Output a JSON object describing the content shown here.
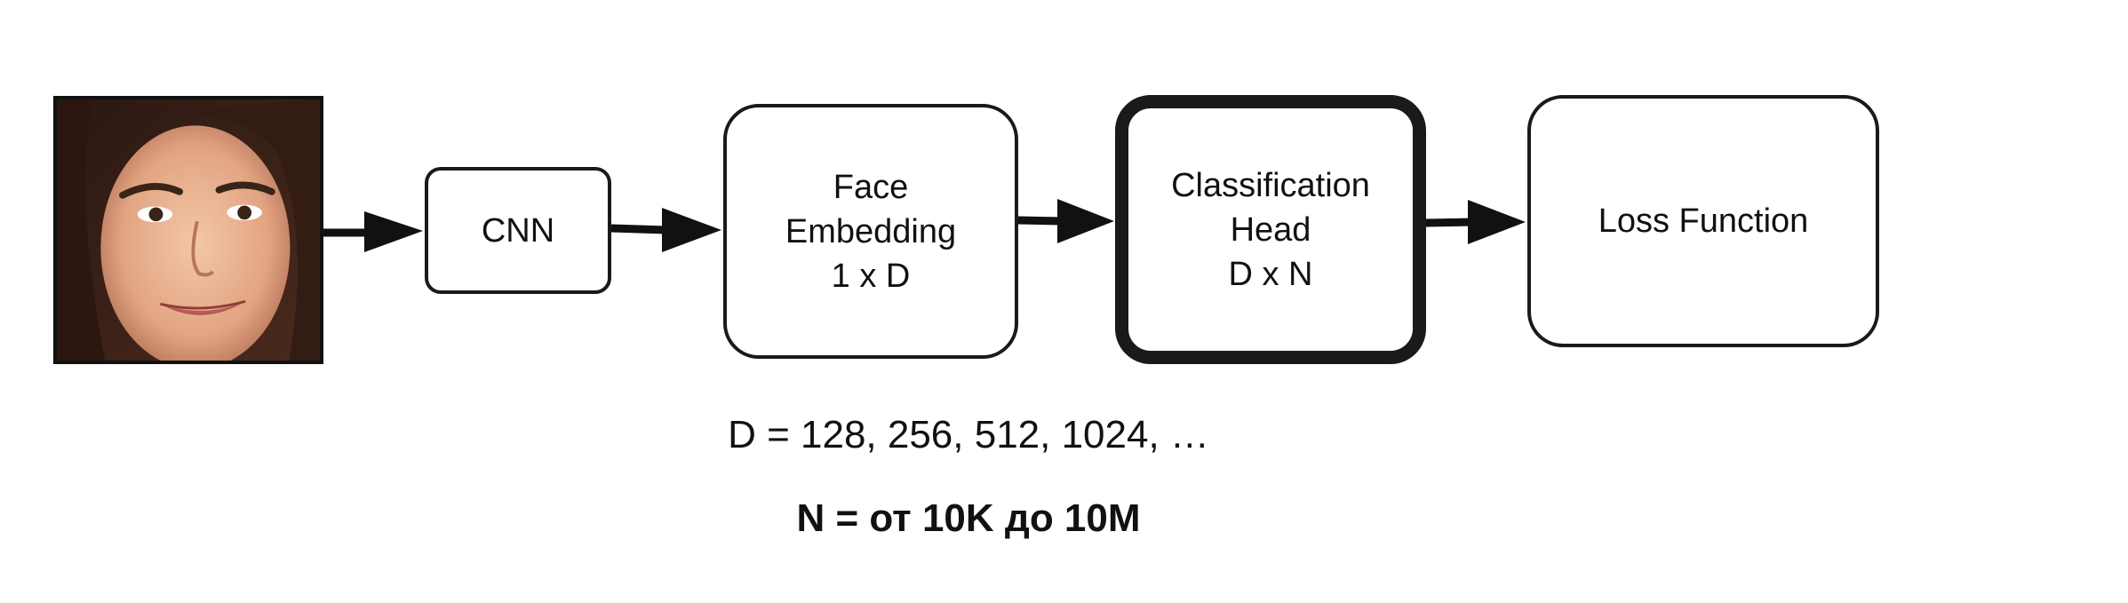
{
  "diagram": {
    "nodes": {
      "input_photo": {
        "icon": "face-photo-icon"
      },
      "cnn": {
        "label": "CNN"
      },
      "embedding": {
        "line1": "Face",
        "line2": "Embedding",
        "line3": "1 x D"
      },
      "head": {
        "line1": "Classification",
        "line2": "Head",
        "line3": "D x N"
      },
      "loss": {
        "label": "Loss Function"
      }
    },
    "edges": [
      {
        "from": "input_photo",
        "to": "cnn"
      },
      {
        "from": "cnn",
        "to": "embedding"
      },
      {
        "from": "embedding",
        "to": "head"
      },
      {
        "from": "head",
        "to": "loss"
      }
    ],
    "notes": {
      "d_values": "D = 128, 256, 512, 1024, …",
      "n_values": "N = от 10K до 10M"
    }
  },
  "colors": {
    "stroke": "#1a1a1a",
    "background": "#ffffff"
  }
}
